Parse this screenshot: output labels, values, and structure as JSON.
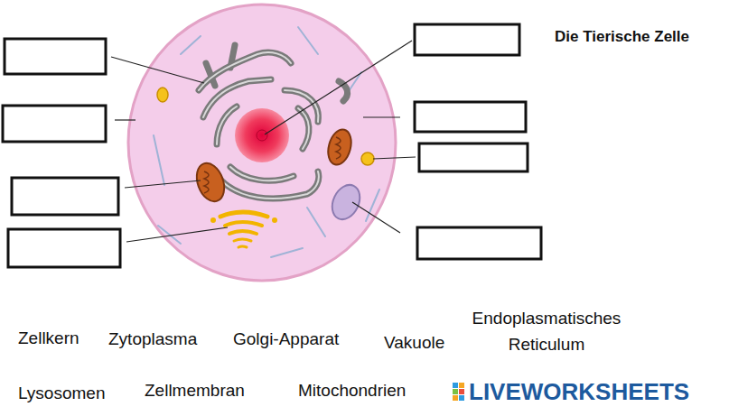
{
  "diagram": {
    "title": "Die Tierische Zelle",
    "labels": [
      "Zellkern",
      "Zytoplasma",
      "Golgi-Apparat",
      "Vakuole",
      "Endoplasmatisches Reticulum",
      "Lysosomen",
      "Zellmembran",
      "Mitochondrien",
      "LIVEWORKSHEETS"
    ]
  }
}
